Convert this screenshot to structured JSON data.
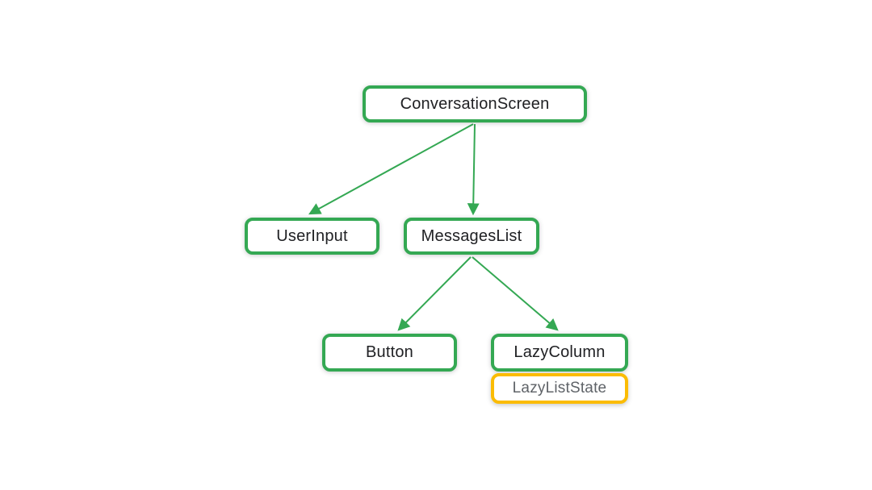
{
  "diagram": {
    "kind": "component-tree",
    "colors": {
      "node_border_green": "#34A853",
      "node_border_yellow": "#FBBC04",
      "edge_arrow": "#34A853",
      "text_primary": "#202124",
      "text_secondary": "#5F6368",
      "background": "#FFFFFF"
    },
    "nodes": [
      {
        "id": "conversation-screen",
        "label": "ConversationScreen",
        "style": "green"
      },
      {
        "id": "user-input",
        "label": "UserInput",
        "style": "green"
      },
      {
        "id": "messages-list",
        "label": "MessagesList",
        "style": "green"
      },
      {
        "id": "button",
        "label": "Button",
        "style": "green"
      },
      {
        "id": "lazy-column",
        "label": "LazyColumn",
        "style": "green"
      },
      {
        "id": "lazy-list-state",
        "label": "LazyListState",
        "style": "yellow"
      }
    ],
    "edges": [
      {
        "from": "ConversationScreen",
        "to": "UserInput"
      },
      {
        "from": "ConversationScreen",
        "to": "MessagesList"
      },
      {
        "from": "MessagesList",
        "to": "Button"
      },
      {
        "from": "MessagesList",
        "to": "LazyColumn"
      }
    ]
  }
}
